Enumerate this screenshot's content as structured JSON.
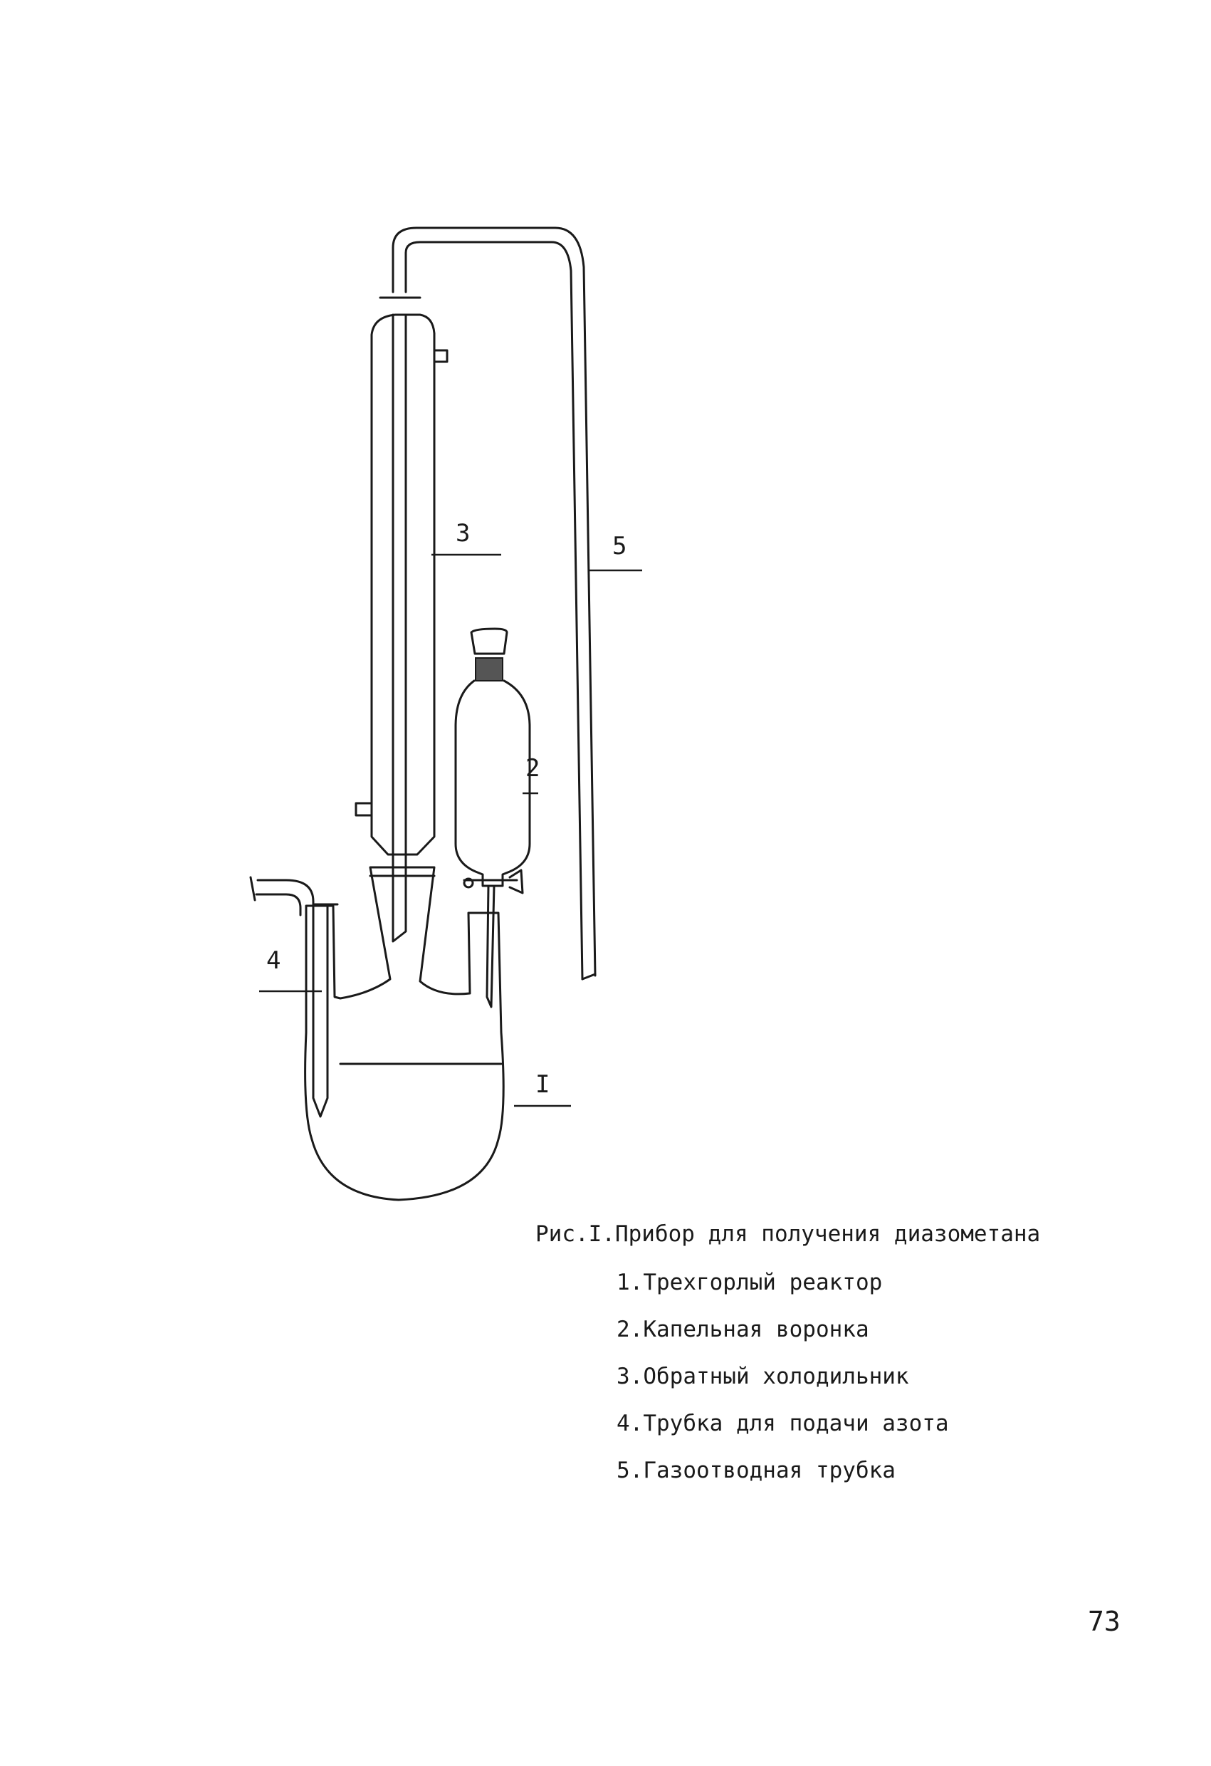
{
  "figure": {
    "callouts": [
      "3",
      "5",
      "2",
      "4",
      "I"
    ],
    "caption": "Рис.I.Прибор для получения диазометана",
    "legend": [
      "1.Трехгорлый реактор",
      "2.Капельная воронка",
      "3.Обратный холодильник",
      "4.Трубка для подачи азота",
      "5.Газоотводная трубка"
    ]
  },
  "page_number": "73"
}
